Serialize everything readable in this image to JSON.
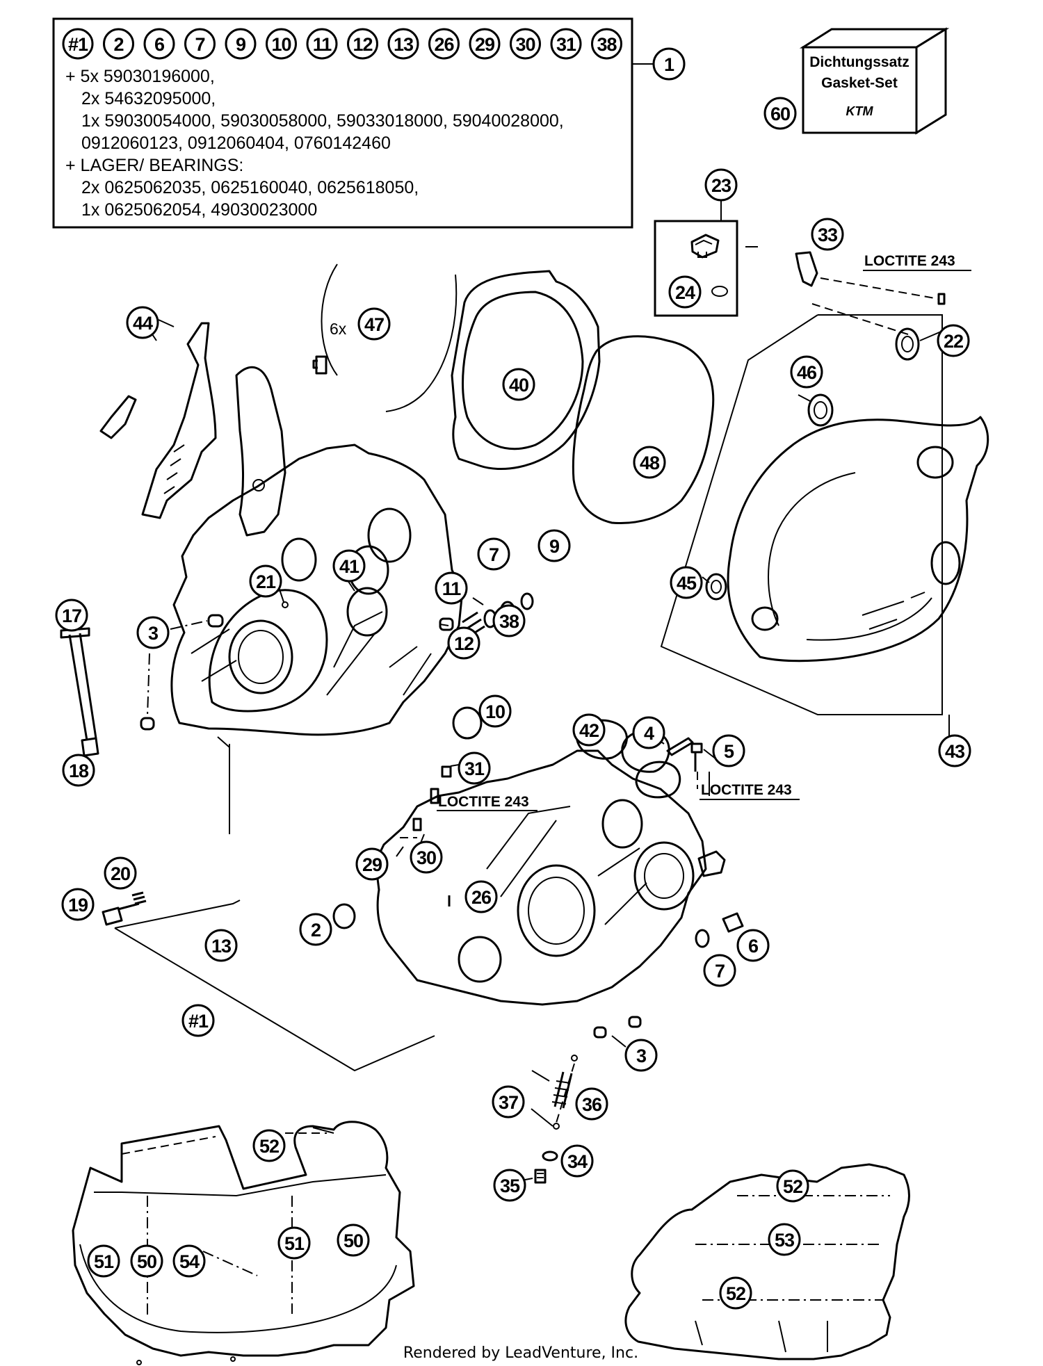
{
  "kit_box": {
    "header_numbers": [
      "#1",
      "2",
      "6",
      "7",
      "9",
      "10",
      "11",
      "12",
      "13",
      "26",
      "29",
      "30",
      "31",
      "38"
    ],
    "lines": [
      "+ 5x 59030196000,",
      "2x 54632095000,",
      "1x 59030054000, 59030058000, 59033018000, 59040028000,",
      "0912060123, 0912060404, 0760142460",
      "+ LAGER/ BEARINGS:",
      "2x 0625062035, 0625160040, 0625618050,",
      "1x 0625062054, 49030023000"
    ],
    "callout": "1"
  },
  "gasket_set": {
    "line1": "Dichtungssatz",
    "line2": "Gasket-Set",
    "brand": "KTM",
    "callout": "60"
  },
  "annotations": {
    "loctite_1": "LOCTITE 243",
    "loctite_2": "LOCTITE 243",
    "loctite_3": "LOCTITE 243",
    "multiplier": "6x"
  },
  "callouts": [
    {
      "id": "c23",
      "label": "23"
    },
    {
      "id": "c24",
      "label": "24"
    },
    {
      "id": "c33",
      "label": "33"
    },
    {
      "id": "c22",
      "label": "22"
    },
    {
      "id": "c44",
      "label": "44"
    },
    {
      "id": "c47",
      "label": "47"
    },
    {
      "id": "c40",
      "label": "40"
    },
    {
      "id": "c48",
      "label": "48"
    },
    {
      "id": "c46",
      "label": "46"
    },
    {
      "id": "c45",
      "label": "45"
    },
    {
      "id": "c43",
      "label": "43"
    },
    {
      "id": "c17",
      "label": "17"
    },
    {
      "id": "c18",
      "label": "18"
    },
    {
      "id": "c21",
      "label": "21"
    },
    {
      "id": "c41",
      "label": "41"
    },
    {
      "id": "c3a",
      "label": "3"
    },
    {
      "id": "c7a",
      "label": "7"
    },
    {
      "id": "c9",
      "label": "9"
    },
    {
      "id": "c11",
      "label": "11"
    },
    {
      "id": "c38",
      "label": "38"
    },
    {
      "id": "c12",
      "label": "12"
    },
    {
      "id": "c10",
      "label": "10"
    },
    {
      "id": "c4",
      "label": "4"
    },
    {
      "id": "c5",
      "label": "5"
    },
    {
      "id": "c42",
      "label": "42"
    },
    {
      "id": "c31",
      "label": "31"
    },
    {
      "id": "c20",
      "label": "20"
    },
    {
      "id": "c19",
      "label": "19"
    },
    {
      "id": "c29",
      "label": "29"
    },
    {
      "id": "c30",
      "label": "30"
    },
    {
      "id": "c26",
      "label": "26"
    },
    {
      "id": "c2",
      "label": "2"
    },
    {
      "id": "c13",
      "label": "13"
    },
    {
      "id": "c6",
      "label": "6"
    },
    {
      "id": "c7b",
      "label": "7"
    },
    {
      "id": "c1h",
      "label": "#1"
    },
    {
      "id": "c3b",
      "label": "3"
    },
    {
      "id": "c37",
      "label": "37"
    },
    {
      "id": "c36",
      "label": "36"
    },
    {
      "id": "c34",
      "label": "34"
    },
    {
      "id": "c35",
      "label": "35"
    },
    {
      "id": "c52a",
      "label": "52"
    },
    {
      "id": "c51a",
      "label": "51"
    },
    {
      "id": "c50a",
      "label": "50"
    },
    {
      "id": "c54",
      "label": "54"
    },
    {
      "id": "c51b",
      "label": "51"
    },
    {
      "id": "c50b",
      "label": "50"
    },
    {
      "id": "c52b",
      "label": "52"
    },
    {
      "id": "c53",
      "label": "53"
    },
    {
      "id": "c52c",
      "label": "52"
    }
  ],
  "footer": "Rendered by LeadVenture, Inc."
}
